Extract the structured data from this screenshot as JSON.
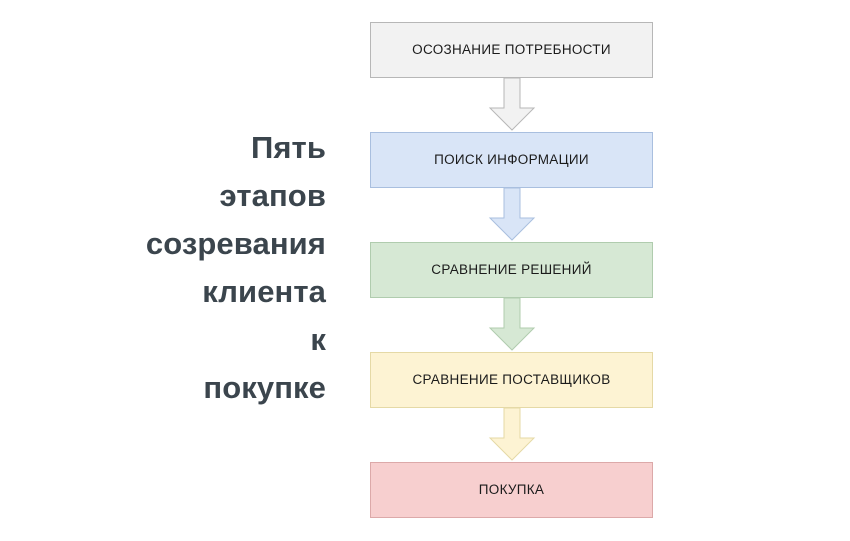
{
  "diagram": {
    "title_lines": [
      "Пять",
      "этапов",
      "созревания",
      "клиента",
      "к",
      "покупке"
    ],
    "title_color": "#3b454d",
    "background_color": "#ffffff",
    "nodes": [
      {
        "label": "ОСОЗНАНИЕ ПОТРЕБНОСТИ",
        "fill": "#f2f2f2",
        "stroke": "#b7b7b7",
        "text_color": "#1b1b1b"
      },
      {
        "label": "ПОИСК ИНФОРМАЦИИ",
        "fill": "#d9e5f7",
        "stroke": "#a9bfdf",
        "text_color": "#1b1b1b"
      },
      {
        "label": "СРАВНЕНИЕ РЕШЕНИЙ",
        "fill": "#d6e8d4",
        "stroke": "#b0ccae",
        "text_color": "#1b1b1b"
      },
      {
        "label": "СРАВНЕНИЕ ПОСТАВЩИКОВ",
        "fill": "#fdf3d3",
        "stroke": "#e5d9a6",
        "text_color": "#1b1b1b"
      },
      {
        "label": "ПОКУПКА",
        "fill": "#f7cfcf",
        "stroke": "#dca9a9",
        "text_color": "#1b1b1b"
      }
    ],
    "arrows": [
      {
        "name": "arrow-down-icon",
        "direction": "down",
        "fill": "#f2f2f2",
        "stroke": "#b7b7b7"
      },
      {
        "name": "arrow-down-icon",
        "direction": "down",
        "fill": "#d9e5f7",
        "stroke": "#a9bfdf"
      },
      {
        "name": "arrow-down-icon",
        "direction": "down",
        "fill": "#d6e8d4",
        "stroke": "#b0ccae"
      },
      {
        "name": "arrow-down-icon",
        "direction": "down",
        "fill": "#fdf3d3",
        "stroke": "#e5d9a6"
      }
    ]
  }
}
